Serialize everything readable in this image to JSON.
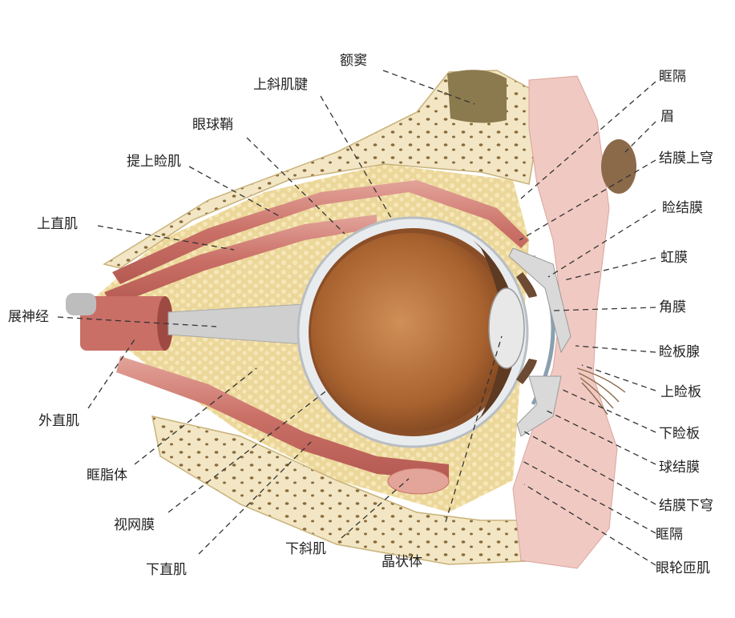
{
  "diagram": {
    "labels": {
      "frontal_sinus": "额窦",
      "orbital_septum_upper": "眶隔",
      "eyebrow": "眉",
      "superior_conjunctival_fornix": "结膜上穹",
      "palpebral_conjunctiva": "睑结膜",
      "iris": "虹膜",
      "cornea": "角膜",
      "tarsal_glands": "睑板腺",
      "superior_tarsus": "上睑板",
      "inferior_tarsus": "下睑板",
      "bulbar_conjunctiva": "球结膜",
      "inferior_conjunctival_fornix": "结膜下穹",
      "orbital_septum_lower": "眶隔",
      "orbicularis_oculi": "眼轮匝肌",
      "superior_oblique_tendon": "上斜肌腱",
      "vagina_bulbi": "眼球鞘",
      "levator_palpebrae": "提上睑肌",
      "superior_rectus": "上直肌",
      "abducens_nerve": "展神经",
      "lateral_rectus": "外直肌",
      "orbital_fat": "眶脂体",
      "retina": "视网膜",
      "inferior_rectus": "下直肌",
      "inferior_oblique": "下斜肌",
      "lens": "晶状体"
    },
    "colors": {
      "bone": "#f2e6c4",
      "bone_pores": "#8a6a3a",
      "fat": "#ecd79a",
      "muscle": "#c96f66",
      "muscle_light": "#e3a49a",
      "sclera": "#e9ecef",
      "vitreous": "#b5713d",
      "skin": "#f1c9c3",
      "nerve": "#cfcfcf",
      "sinus": "#8c7a4f"
    }
  }
}
